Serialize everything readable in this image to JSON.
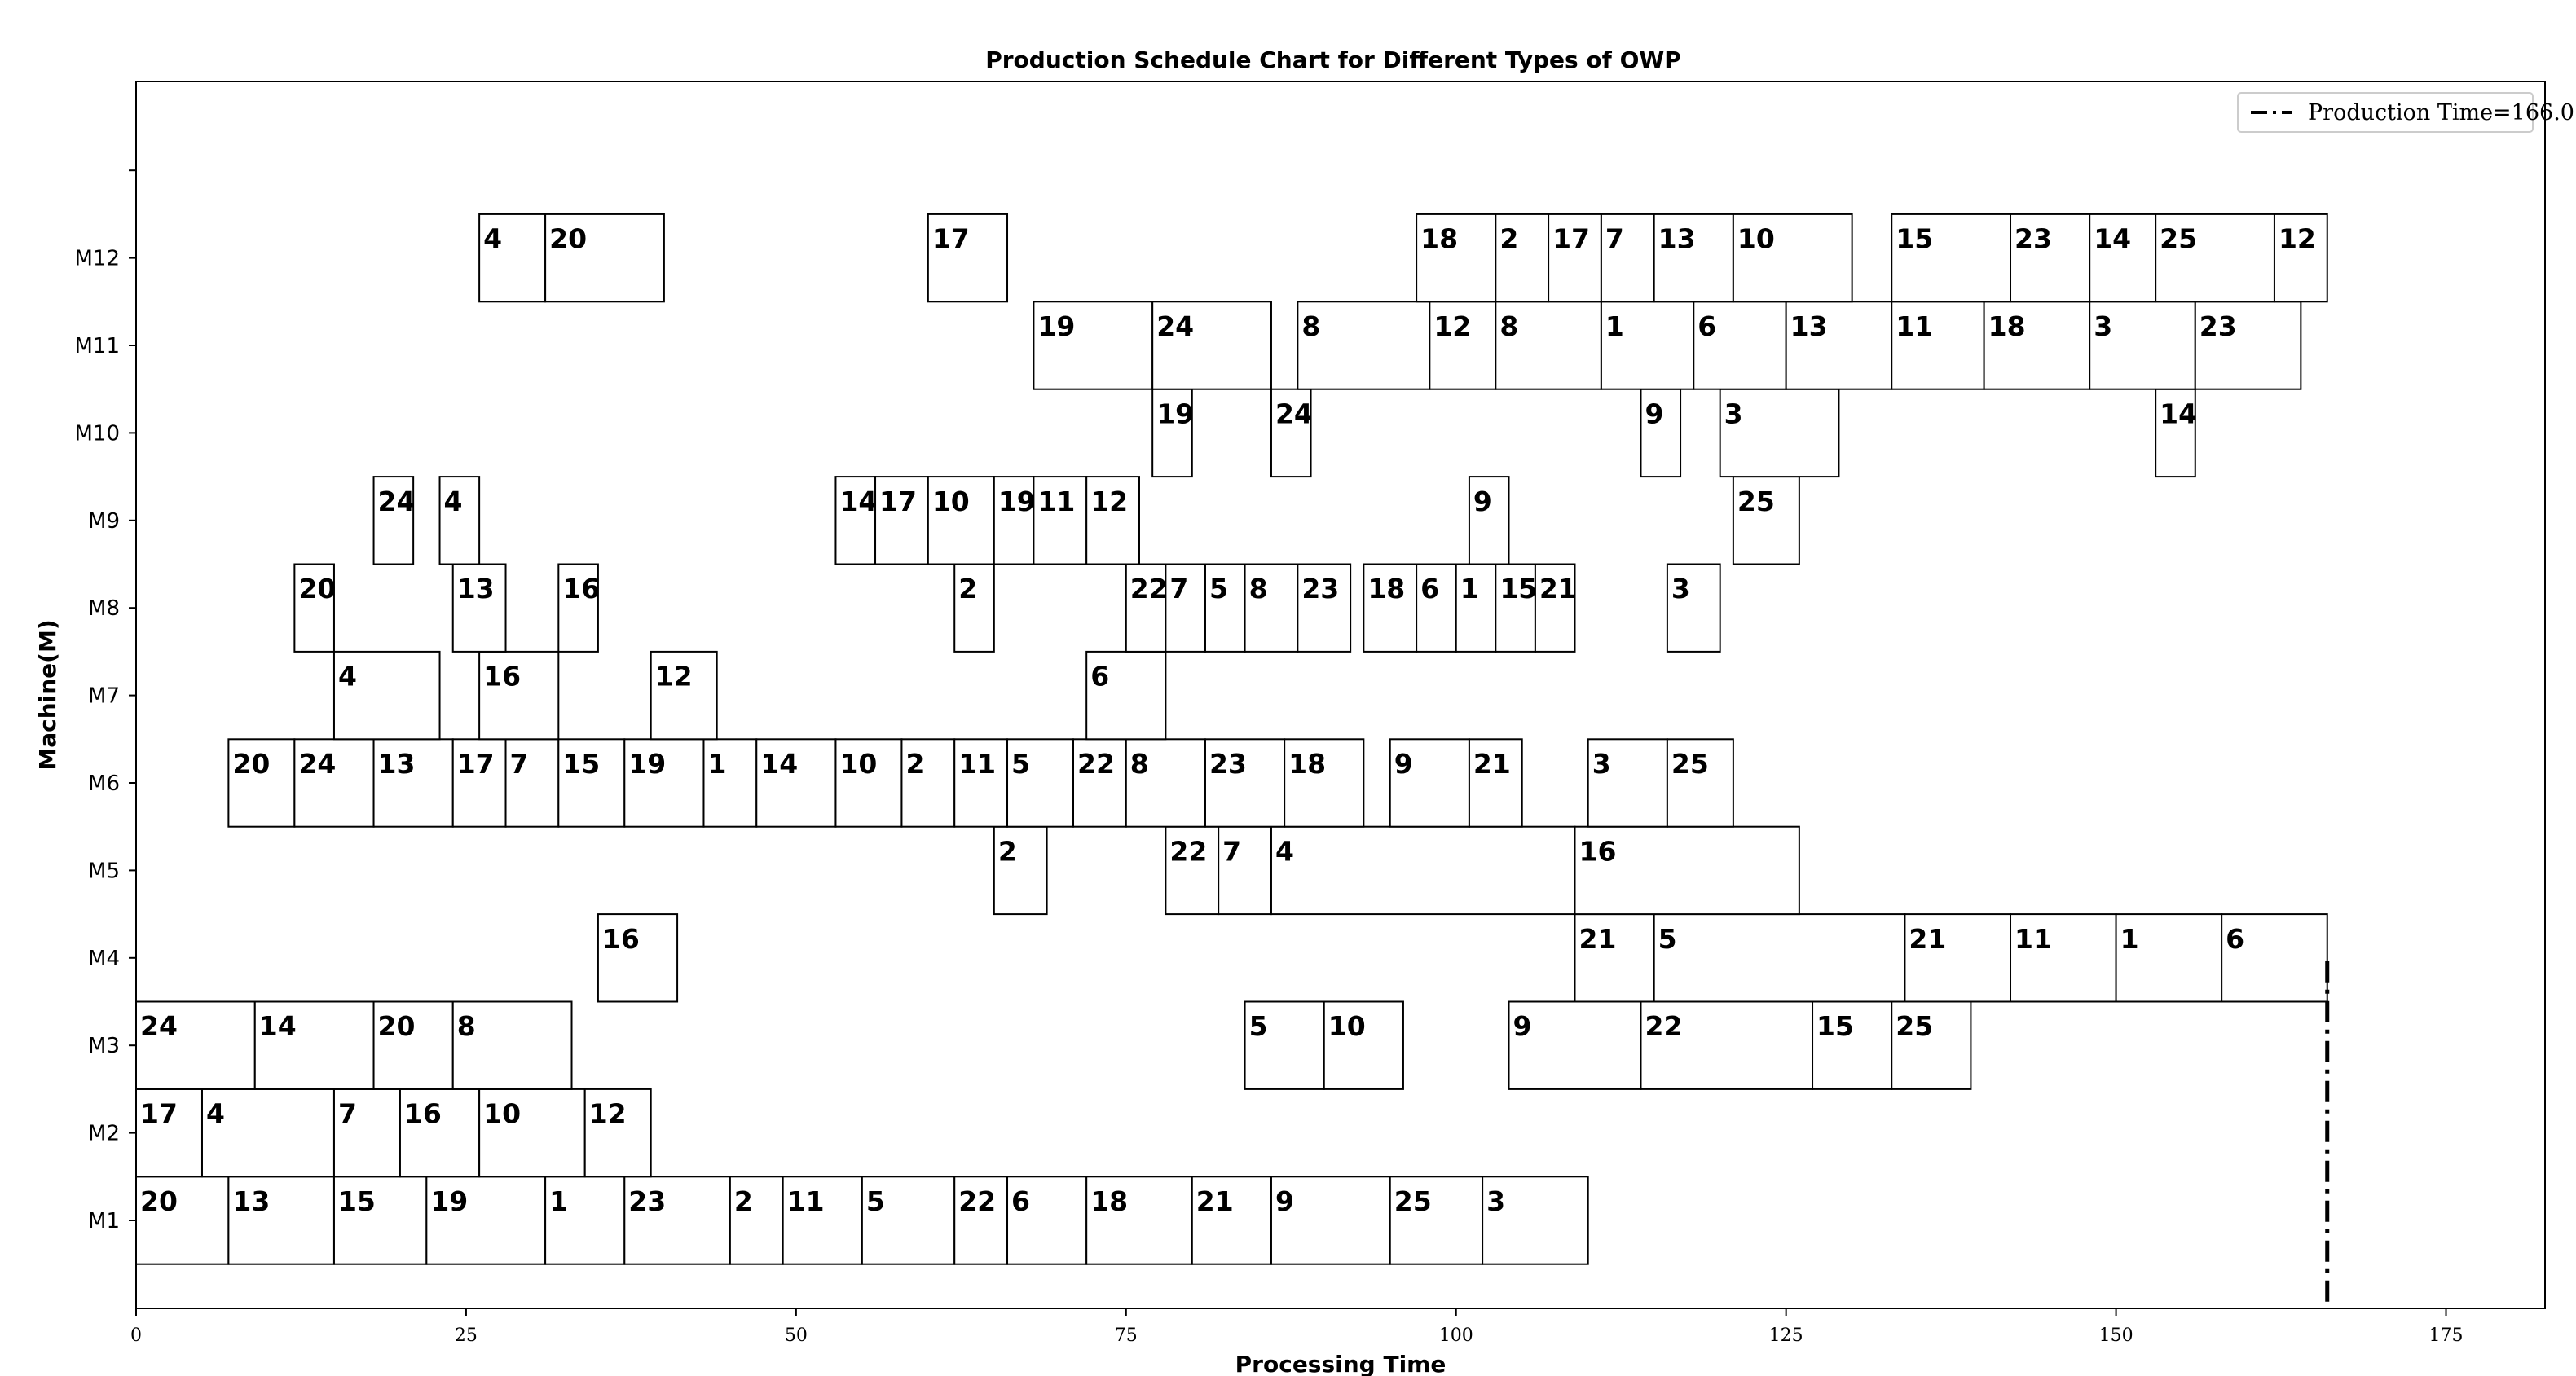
{
  "chart_data": {
    "type": "gantt",
    "title": "Production Schedule Chart for Different Types of OWP",
    "xlabel": "Processing Time",
    "ylabel": "Machine(M)",
    "xlim": [
      0,
      182.5
    ],
    "xticks": [
      0,
      25,
      50,
      75,
      100,
      125,
      150,
      175
    ],
    "machines": [
      "M1",
      "M2",
      "M3",
      "M4",
      "M5",
      "M6",
      "M7",
      "M8",
      "M9",
      "M10",
      "M11",
      "M12"
    ],
    "legend": {
      "label": "Production Time=166.0",
      "position": "top-right"
    },
    "makespan": 166.0,
    "tasks": [
      {
        "machine": "M1",
        "job": "20",
        "start": 0,
        "end": 7
      },
      {
        "machine": "M1",
        "job": "13",
        "start": 7,
        "end": 15
      },
      {
        "machine": "M1",
        "job": "15",
        "start": 15,
        "end": 22
      },
      {
        "machine": "M1",
        "job": "19",
        "start": 22,
        "end": 31
      },
      {
        "machine": "M1",
        "job": "1",
        "start": 31,
        "end": 37
      },
      {
        "machine": "M1",
        "job": "23",
        "start": 37,
        "end": 45
      },
      {
        "machine": "M1",
        "job": "2",
        "start": 45,
        "end": 49
      },
      {
        "machine": "M1",
        "job": "11",
        "start": 49,
        "end": 55
      },
      {
        "machine": "M1",
        "job": "5",
        "start": 55,
        "end": 62
      },
      {
        "machine": "M1",
        "job": "22",
        "start": 62,
        "end": 66
      },
      {
        "machine": "M1",
        "job": "6",
        "start": 66,
        "end": 72
      },
      {
        "machine": "M1",
        "job": "18",
        "start": 72,
        "end": 80
      },
      {
        "machine": "M1",
        "job": "21",
        "start": 80,
        "end": 86
      },
      {
        "machine": "M1",
        "job": "9",
        "start": 86,
        "end": 95
      },
      {
        "machine": "M1",
        "job": "25",
        "start": 95,
        "end": 102
      },
      {
        "machine": "M1",
        "job": "3",
        "start": 102,
        "end": 110
      },
      {
        "machine": "M2",
        "job": "17",
        "start": 0,
        "end": 5
      },
      {
        "machine": "M2",
        "job": "4",
        "start": 5,
        "end": 15
      },
      {
        "machine": "M2",
        "job": "7",
        "start": 15,
        "end": 20
      },
      {
        "machine": "M2",
        "job": "16",
        "start": 20,
        "end": 26
      },
      {
        "machine": "M2",
        "job": "10",
        "start": 26,
        "end": 34
      },
      {
        "machine": "M2",
        "job": "12",
        "start": 34,
        "end": 39
      },
      {
        "machine": "M3",
        "job": "24",
        "start": 0,
        "end": 9
      },
      {
        "machine": "M3",
        "job": "14",
        "start": 9,
        "end": 18
      },
      {
        "machine": "M3",
        "job": "20",
        "start": 18,
        "end": 24
      },
      {
        "machine": "M3",
        "job": "8",
        "start": 24,
        "end": 33
      },
      {
        "machine": "M3",
        "job": "5",
        "start": 84,
        "end": 90
      },
      {
        "machine": "M3",
        "job": "10",
        "start": 90,
        "end": 96
      },
      {
        "machine": "M3",
        "job": "9",
        "start": 104,
        "end": 114
      },
      {
        "machine": "M3",
        "job": "22",
        "start": 114,
        "end": 127
      },
      {
        "machine": "M3",
        "job": "15",
        "start": 127,
        "end": 133
      },
      {
        "machine": "M3",
        "job": "25",
        "start": 133,
        "end": 139
      },
      {
        "machine": "M4",
        "job": "16",
        "start": 35,
        "end": 41
      },
      {
        "machine": "M4",
        "job": "21",
        "start": 109,
        "end": 115
      },
      {
        "machine": "M4",
        "job": "5",
        "start": 115,
        "end": 134
      },
      {
        "machine": "M4",
        "job": "21",
        "start": 134,
        "end": 142
      },
      {
        "machine": "M4",
        "job": "11",
        "start": 142,
        "end": 150
      },
      {
        "machine": "M4",
        "job": "1",
        "start": 150,
        "end": 158
      },
      {
        "machine": "M4",
        "job": "6",
        "start": 158,
        "end": 166
      },
      {
        "machine": "M5",
        "job": "2",
        "start": 65,
        "end": 69
      },
      {
        "machine": "M5",
        "job": "22",
        "start": 78,
        "end": 82
      },
      {
        "machine": "M5",
        "job": "7",
        "start": 82,
        "end": 86
      },
      {
        "machine": "M5",
        "job": "4",
        "start": 86,
        "end": 109
      },
      {
        "machine": "M5",
        "job": "16",
        "start": 109,
        "end": 126
      },
      {
        "machine": "M6",
        "job": "20",
        "start": 7,
        "end": 12
      },
      {
        "machine": "M6",
        "job": "24",
        "start": 12,
        "end": 18
      },
      {
        "machine": "M6",
        "job": "13",
        "start": 18,
        "end": 24
      },
      {
        "machine": "M6",
        "job": "17",
        "start": 24,
        "end": 28
      },
      {
        "machine": "M6",
        "job": "7",
        "start": 28,
        "end": 32
      },
      {
        "machine": "M6",
        "job": "15",
        "start": 32,
        "end": 37
      },
      {
        "machine": "M6",
        "job": "19",
        "start": 37,
        "end": 43
      },
      {
        "machine": "M6",
        "job": "1",
        "start": 43,
        "end": 47
      },
      {
        "machine": "M6",
        "job": "14",
        "start": 47,
        "end": 53
      },
      {
        "machine": "M6",
        "job": "10",
        "start": 53,
        "end": 58
      },
      {
        "machine": "M6",
        "job": "2",
        "start": 58,
        "end": 62
      },
      {
        "machine": "M6",
        "job": "11",
        "start": 62,
        "end": 66
      },
      {
        "machine": "M6",
        "job": "5",
        "start": 66,
        "end": 71
      },
      {
        "machine": "M6",
        "job": "22",
        "start": 71,
        "end": 75
      },
      {
        "machine": "M6",
        "job": "8",
        "start": 75,
        "end": 81
      },
      {
        "machine": "M6",
        "job": "23",
        "start": 81,
        "end": 87
      },
      {
        "machine": "M6",
        "job": "18",
        "start": 87,
        "end": 93
      },
      {
        "machine": "M6",
        "job": "9",
        "start": 95,
        "end": 101
      },
      {
        "machine": "M6",
        "job": "21",
        "start": 101,
        "end": 105
      },
      {
        "machine": "M6",
        "job": "3",
        "start": 110,
        "end": 116
      },
      {
        "machine": "M6",
        "job": "25",
        "start": 116,
        "end": 121
      },
      {
        "machine": "M7",
        "job": "4",
        "start": 15,
        "end": 23
      },
      {
        "machine": "M7",
        "job": "16",
        "start": 26,
        "end": 32
      },
      {
        "machine": "M7",
        "job": "12",
        "start": 39,
        "end": 44
      },
      {
        "machine": "M7",
        "job": "6",
        "start": 72,
        "end": 78
      },
      {
        "machine": "M8",
        "job": "20",
        "start": 12,
        "end": 15
      },
      {
        "machine": "M8",
        "job": "13",
        "start": 24,
        "end": 28
      },
      {
        "machine": "M8",
        "job": "16",
        "start": 32,
        "end": 35
      },
      {
        "machine": "M8",
        "job": "2",
        "start": 62,
        "end": 65
      },
      {
        "machine": "M8",
        "job": "22",
        "start": 75,
        "end": 78
      },
      {
        "machine": "M8",
        "job": "7",
        "start": 78,
        "end": 81
      },
      {
        "machine": "M8",
        "job": "5",
        "start": 81,
        "end": 84
      },
      {
        "machine": "M8",
        "job": "8",
        "start": 84,
        "end": 88
      },
      {
        "machine": "M8",
        "job": "23",
        "start": 88,
        "end": 92
      },
      {
        "machine": "M8",
        "job": "18",
        "start": 93,
        "end": 97
      },
      {
        "machine": "M8",
        "job": "6",
        "start": 97,
        "end": 100
      },
      {
        "machine": "M8",
        "job": "1",
        "start": 100,
        "end": 103
      },
      {
        "machine": "M8",
        "job": "15",
        "start": 103,
        "end": 106
      },
      {
        "machine": "M8",
        "job": "21",
        "start": 106,
        "end": 109
      },
      {
        "machine": "M8",
        "job": "3",
        "start": 116,
        "end": 120
      },
      {
        "machine": "M9",
        "job": "24",
        "start": 18,
        "end": 21
      },
      {
        "machine": "M9",
        "job": "4",
        "start": 23,
        "end": 26
      },
      {
        "machine": "M9",
        "job": "14",
        "start": 53,
        "end": 56
      },
      {
        "machine": "M9",
        "job": "17",
        "start": 56,
        "end": 60
      },
      {
        "machine": "M9",
        "job": "10",
        "start": 60,
        "end": 65
      },
      {
        "machine": "M9",
        "job": "19",
        "start": 65,
        "end": 68
      },
      {
        "machine": "M9",
        "job": "11",
        "start": 68,
        "end": 72
      },
      {
        "machine": "M9",
        "job": "12",
        "start": 72,
        "end": 76
      },
      {
        "machine": "M9",
        "job": "9",
        "start": 101,
        "end": 104
      },
      {
        "machine": "M9",
        "job": "25",
        "start": 121,
        "end": 126
      },
      {
        "machine": "M10",
        "job": "19",
        "start": 77,
        "end": 80
      },
      {
        "machine": "M10",
        "job": "24",
        "start": 86,
        "end": 89
      },
      {
        "machine": "M10",
        "job": "9",
        "start": 114,
        "end": 117
      },
      {
        "machine": "M10",
        "job": "3",
        "start": 120,
        "end": 129
      },
      {
        "machine": "M10",
        "job": "14",
        "start": 153,
        "end": 156
      },
      {
        "machine": "M11",
        "job": "19",
        "start": 68,
        "end": 77
      },
      {
        "machine": "M11",
        "job": "24",
        "start": 77,
        "end": 86
      },
      {
        "machine": "M11",
        "job": "8",
        "start": 88,
        "end": 98
      },
      {
        "machine": "M11",
        "job": "12",
        "start": 98,
        "end": 103
      },
      {
        "machine": "M11",
        "job": "8",
        "start": 103,
        "end": 111
      },
      {
        "machine": "M11",
        "job": "1",
        "start": 111,
        "end": 118
      },
      {
        "machine": "M11",
        "job": "6",
        "start": 118,
        "end": 125
      },
      {
        "machine": "M11",
        "job": "13",
        "start": 125,
        "end": 133
      },
      {
        "machine": "M11",
        "job": "11",
        "start": 133,
        "end": 140
      },
      {
        "machine": "M11",
        "job": "18",
        "start": 140,
        "end": 148
      },
      {
        "machine": "M11",
        "job": "3",
        "start": 148,
        "end": 156
      },
      {
        "machine": "M11",
        "job": "23",
        "start": 156,
        "end": 164
      },
      {
        "machine": "M12",
        "job": "4",
        "start": 26,
        "end": 31
      },
      {
        "machine": "M12",
        "job": "20",
        "start": 31,
        "end": 40
      },
      {
        "machine": "M12",
        "job": "17",
        "start": 60,
        "end": 66
      },
      {
        "machine": "M12",
        "job": "18",
        "start": 97,
        "end": 103
      },
      {
        "machine": "M12",
        "job": "2",
        "start": 103,
        "end": 107
      },
      {
        "machine": "M12",
        "job": "17",
        "start": 107,
        "end": 111
      },
      {
        "machine": "M12",
        "job": "7",
        "start": 111,
        "end": 115
      },
      {
        "machine": "M12",
        "job": "13",
        "start": 115,
        "end": 121
      },
      {
        "machine": "M12",
        "job": "10",
        "start": 121,
        "end": 130
      },
      {
        "machine": "M12",
        "job": "15",
        "start": 133,
        "end": 142
      },
      {
        "machine": "M12",
        "job": "23",
        "start": 142,
        "end": 148
      },
      {
        "machine": "M12",
        "job": "14",
        "start": 148,
        "end": 153
      },
      {
        "machine": "M12",
        "job": "25",
        "start": 153,
        "end": 162
      },
      {
        "machine": "M12",
        "job": "12",
        "start": 162,
        "end": 166
      }
    ]
  }
}
